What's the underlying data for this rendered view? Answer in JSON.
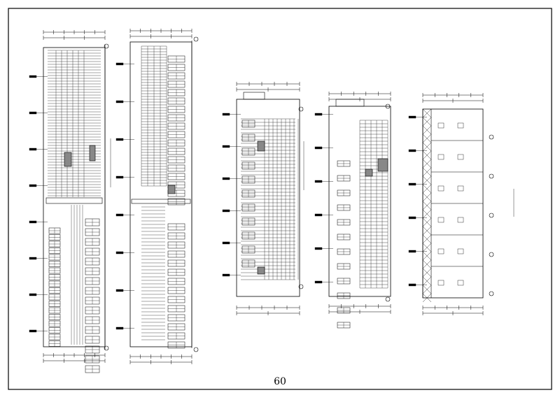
{
  "sheet": {
    "page_number": "60",
    "line_color": "#000000",
    "background_color": "#ffffff"
  },
  "drawings": [
    {
      "id": "elevation-1",
      "kind": "facade-elevation"
    },
    {
      "id": "elevation-2",
      "kind": "facade-elevation"
    },
    {
      "id": "elevation-3",
      "kind": "side-elevation"
    },
    {
      "id": "elevation-4",
      "kind": "side-elevation"
    },
    {
      "id": "section-1",
      "kind": "section-with-truss"
    }
  ]
}
